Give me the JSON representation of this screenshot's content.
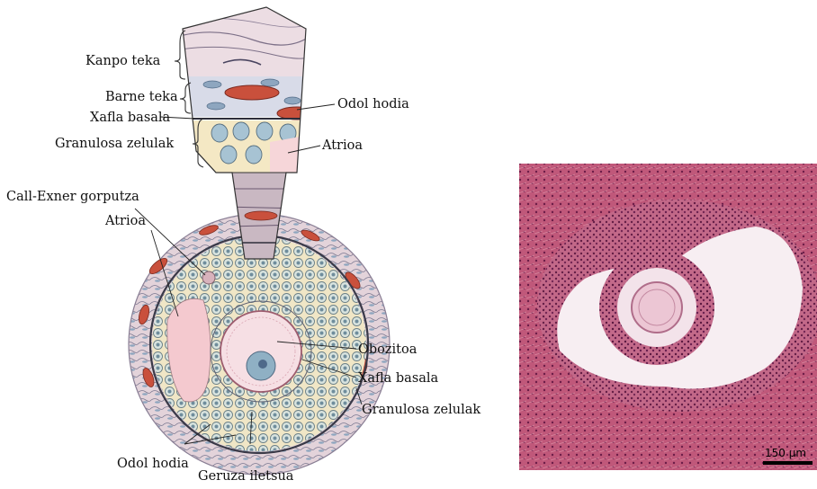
{
  "labels": {
    "kanpo_teka": "Kanpo teka",
    "barne_teka": "Barne teka",
    "xafla_basala_top": "Xafla basala",
    "granulosa_top": "Granulosa zelulak",
    "odol_hodia_top": "Odol hodia",
    "atrioa_top": "Atrioa",
    "call_exner": "Call-Exner gorputza",
    "atrioa_left": "Atrioa",
    "obozitoa": "Obozitoa",
    "xafla_basala_right": "Xafla basala",
    "granulosa_right": "Granulosa zelulak",
    "odol_hodia_bottom": "Odol hodia",
    "geruza_iletsua": "Geruza iletsua"
  },
  "micrograph": {
    "scale_bar": "150 µm"
  },
  "colors": {
    "theca": "#e8d6dc",
    "vessel": "#c9503c",
    "granulosa": "#f3ead0",
    "nucleus": "#8fb0c4",
    "antrum": "#f4c9cf",
    "oocyte": "#f6dfe4",
    "stain": "#c9607f"
  }
}
